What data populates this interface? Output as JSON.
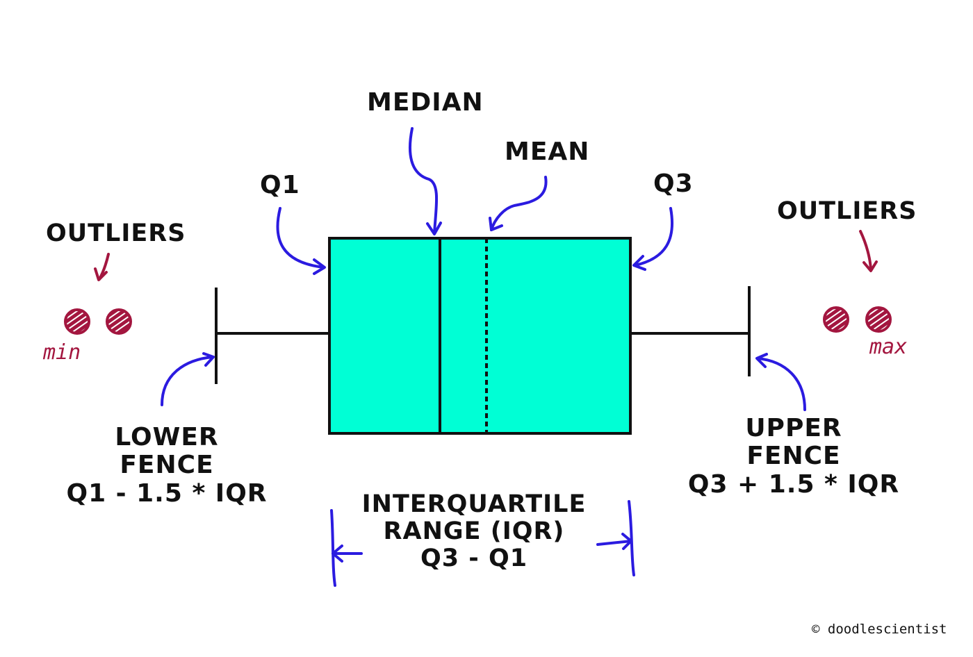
{
  "labels": {
    "median": "MEDIAN",
    "mean": "MEAN",
    "q1": "Q1",
    "q3": "Q3",
    "outliers_left": "OUTLIERS",
    "outliers_right": "OUTLIERS",
    "min": "min",
    "max": "max",
    "lower_fence": [
      "LOWER",
      "FENCE",
      "Q1 - 1.5 * IQR"
    ],
    "upper_fence": [
      "UPPER",
      "FENCE",
      "Q3 + 1.5 * IQR"
    ],
    "iqr": [
      "INTERQUARTILE",
      "RANGE (IQR)",
      "Q3 - Q1"
    ],
    "credit": "© doodlescientist"
  },
  "colors": {
    "box_fill": "#00FFD5",
    "outline": "#111111",
    "arrow_blue": "#2B1BE0",
    "outlier_red": "#A3163F",
    "background": "#FFFFFF"
  }
}
